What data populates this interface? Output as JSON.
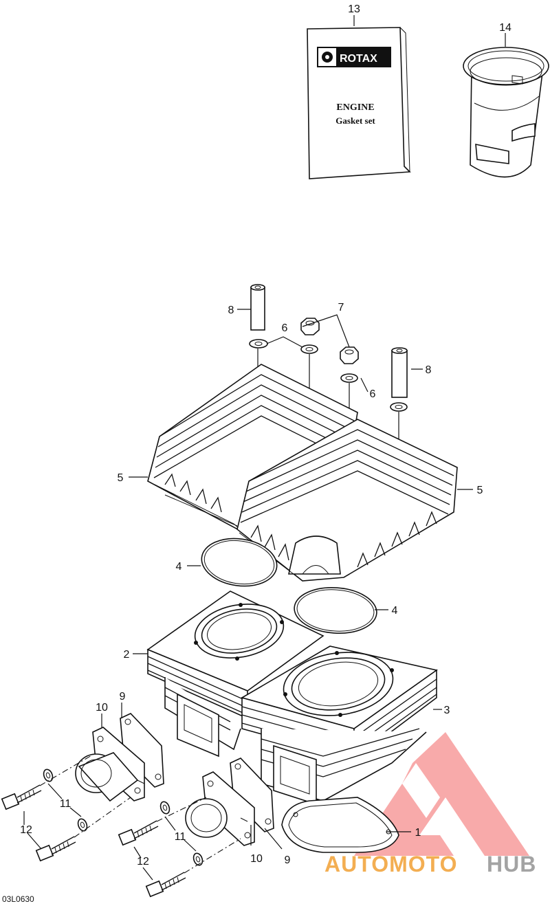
{
  "callouts": {
    "c1": "1",
    "c2": "2",
    "c3": "3",
    "c4a": "4",
    "c4b": "4",
    "c5a": "5",
    "c5b": "5",
    "c6a": "6",
    "c6b": "6",
    "c7": "7",
    "c8a": "8",
    "c8b": "8",
    "c9a": "9",
    "c9b": "9",
    "c10a": "10",
    "c10b": "10",
    "c11a": "11",
    "c11b": "11",
    "c12a": "12",
    "c12b": "12",
    "c13": "13",
    "c14": "14"
  },
  "gasket_box": {
    "brand": "ROTAX",
    "line1": "ENGINE",
    "line2": "Gasket set"
  },
  "drawing_code": "03L0630",
  "watermark": {
    "part1": "AUTOMOTO",
    "part2": "HUB",
    "color_red": "#f06060",
    "color_orange": "#f2a640",
    "color_gray": "#9a9a9a"
  }
}
